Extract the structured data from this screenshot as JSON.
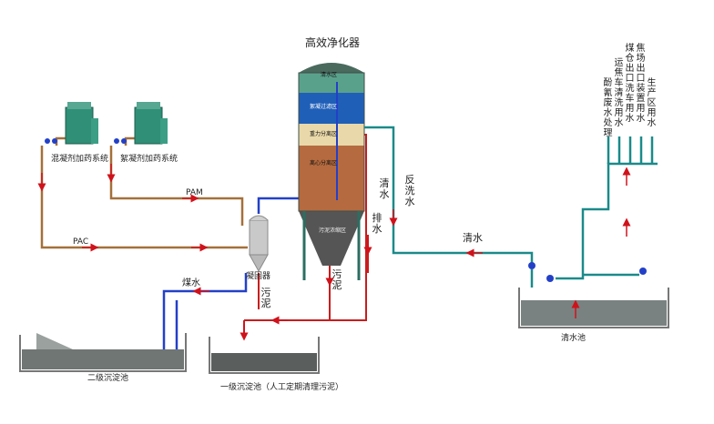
{
  "title": "高效净化器",
  "zones": {
    "clear": "清水区",
    "filter": "絮凝过滤区",
    "gravity": "重力分离区",
    "centrifugal": "离心分离区",
    "sludge": "污泥浓缩区"
  },
  "labels": {
    "coag_system": "混凝剂加药系统",
    "floc_system": "絮凝剂加药系统",
    "pam": "PAM",
    "pac": "PAC",
    "coal_water": "煤水",
    "coagulator": "凝固器",
    "sludge_small": "污泥",
    "sludge_mid": "污泥",
    "clear_water_flow": "清水",
    "backwash": "反洗水",
    "clean_water": "清水",
    "drain": "排水",
    "secondary_tank": "二级沉淀池",
    "primary_tank": "一级沉淀池（人工定期清理污泥）",
    "clear_tank": "清水池"
  },
  "uses": [
    "酚氰废水处理",
    "运焦车清洗用水",
    "煤仓出口洗车用水",
    "焦场出口装置用水",
    "生产区用水"
  ],
  "colors": {
    "pipe_brown": "#a4703a",
    "pipe_teal": "#1b8a8a",
    "pipe_red": "#c91d1d",
    "pipe_blue": "#2340c8",
    "arrow": "#d0121b",
    "clear_zone": "#5aa18c",
    "filter_zone": "#1f5fb8",
    "gravity_zone": "#e9d8a9",
    "centrifugal_zone": "#b56a3f",
    "sludge_zone": "#555555"
  }
}
